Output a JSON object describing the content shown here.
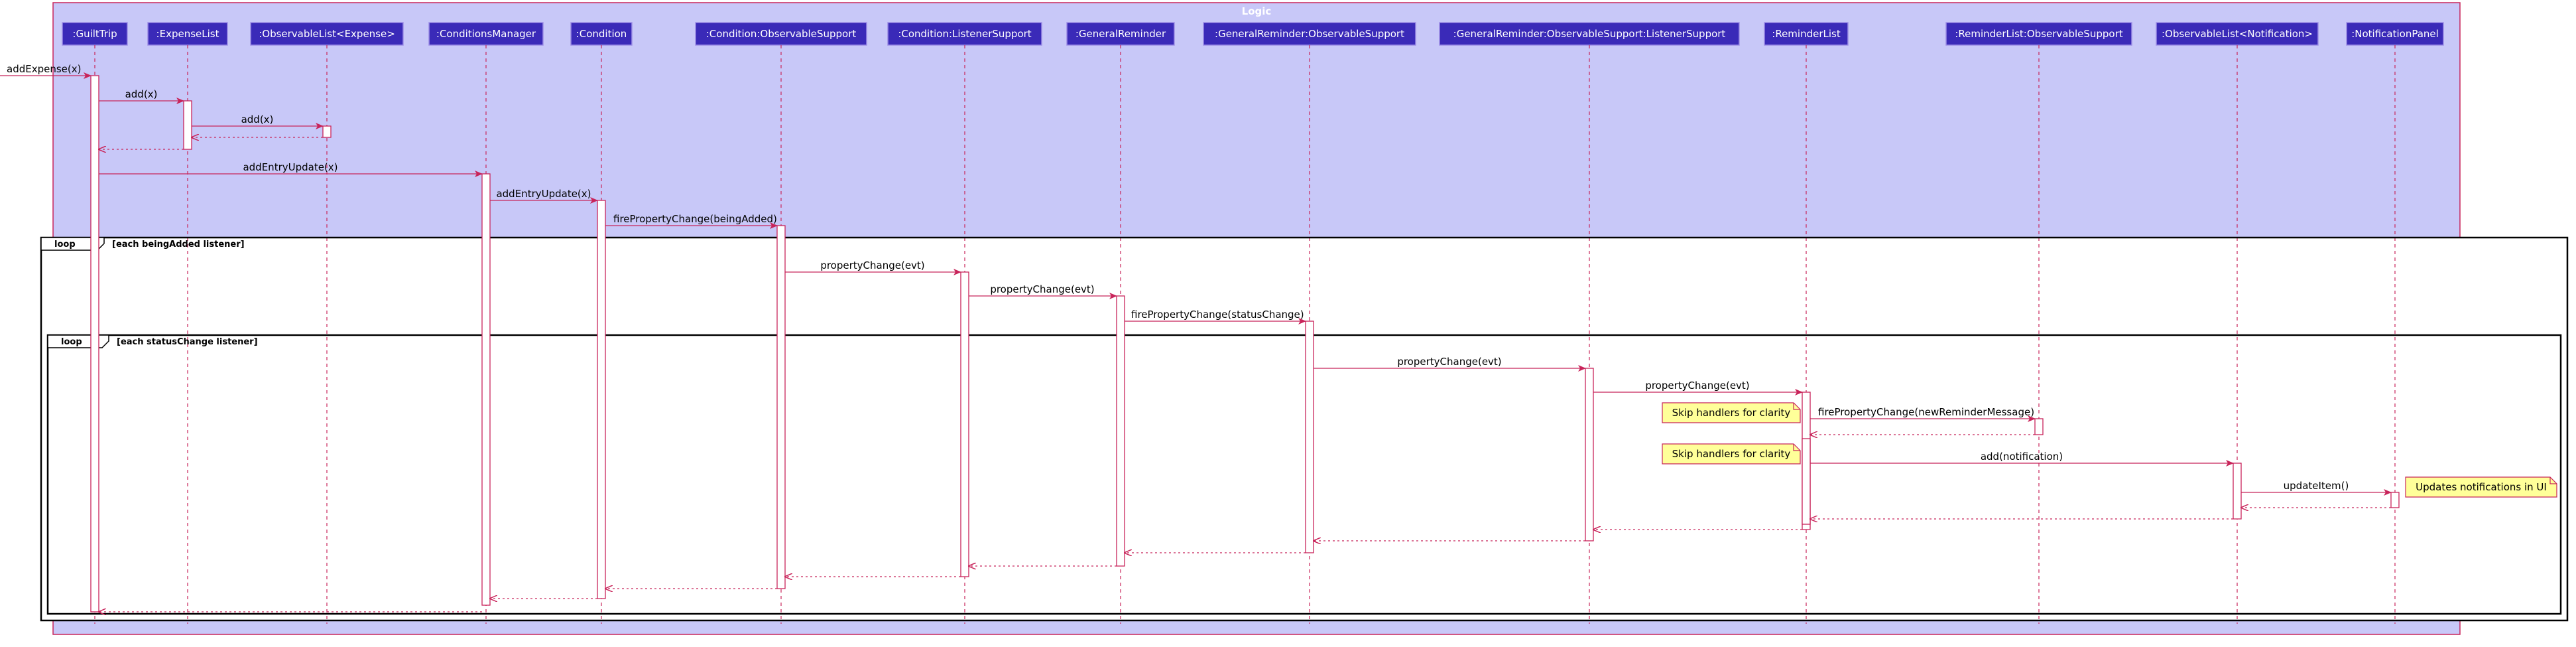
{
  "group": {
    "title": "Logic"
  },
  "participants": [
    {
      "id": "p_guilttrip",
      "label": ":GuiltTrip"
    },
    {
      "id": "p_expenselist",
      "label": ":ExpenseList"
    },
    {
      "id": "p_obslist_expense",
      "label": ":ObservableList<Expense>"
    },
    {
      "id": "p_condmgr",
      "label": ":ConditionsManager"
    },
    {
      "id": "p_condition",
      "label": ":Condition"
    },
    {
      "id": "p_cond_obs",
      "label": ":Condition:ObservableSupport"
    },
    {
      "id": "p_cond_listener",
      "label": ":Condition:ListenerSupport"
    },
    {
      "id": "p_genrem",
      "label": ":GeneralReminder"
    },
    {
      "id": "p_genrem_obs",
      "label": ":GeneralReminder:ObservableSupport"
    },
    {
      "id": "p_genrem_listener",
      "label": ":GeneralReminder:ObservableSupport:ListenerSupport"
    },
    {
      "id": "p_remlist",
      "label": ":ReminderList"
    },
    {
      "id": "p_remlist_obs",
      "label": ":ReminderList:ObservableSupport"
    },
    {
      "id": "p_obslist_notif",
      "label": ":ObservableList<Notification>"
    },
    {
      "id": "p_notifpanel",
      "label": ":NotificationPanel"
    }
  ],
  "messages": [
    {
      "label": "addExpense(x)"
    },
    {
      "label": "add(x)"
    },
    {
      "label": "add(x)"
    },
    {
      "label": ""
    },
    {
      "label": ""
    },
    {
      "label": "addEntryUpdate(x)"
    },
    {
      "label": "addEntryUpdate(x)"
    },
    {
      "label": "firePropertyChange(beingAdded)"
    },
    {
      "label": "propertyChange(evt)"
    },
    {
      "label": "propertyChange(evt)"
    },
    {
      "label": "firePropertyChange(statusChange)"
    },
    {
      "label": "propertyChange(evt)"
    },
    {
      "label": "propertyChange(evt)"
    },
    {
      "label": "firePropertyChange(newReminderMessage)"
    },
    {
      "label": ""
    },
    {
      "label": "add(notification)"
    },
    {
      "label": "updateItem()"
    },
    {
      "label": ""
    },
    {
      "label": ""
    },
    {
      "label": ""
    },
    {
      "label": ""
    },
    {
      "label": ""
    },
    {
      "label": ""
    },
    {
      "label": ""
    },
    {
      "label": ""
    },
    {
      "label": ""
    },
    {
      "label": ""
    }
  ],
  "fragments": [
    {
      "keyword": "loop",
      "guard": "[each beingAdded listener]"
    },
    {
      "keyword": "loop",
      "guard": "[each statusChange listener]"
    }
  ],
  "notes": [
    {
      "text": "Skip handlers for clarity"
    },
    {
      "text": "Skip handlers for clarity"
    },
    {
      "text": "Updates notifications in UI"
    }
  ],
  "colors": {
    "group_fill": "#c8c8f8",
    "group_border": "#c8245a",
    "participant_fill": "#3a2ab8",
    "participant_border": "#9d8ee6",
    "lifeline": "#c8245a",
    "arrow": "#c8245a",
    "activation_fill": "#ffffff",
    "activation_border": "#c8245a",
    "note_fill": "#ffff99",
    "note_border": "#c8245a",
    "fragment_border": "#000000"
  }
}
